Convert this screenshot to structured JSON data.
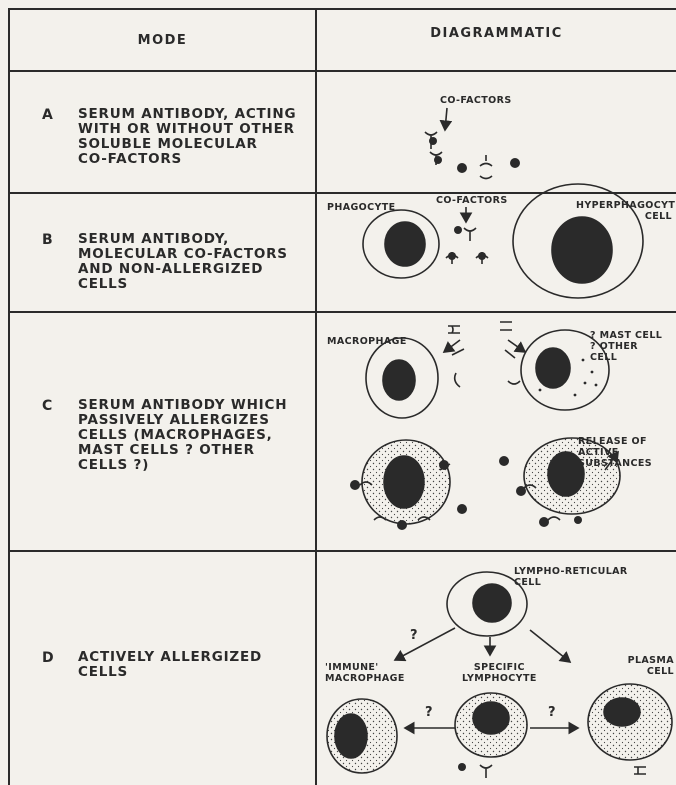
{
  "header": {
    "mode": "MODE",
    "diagrammatic": "DIAGRAMMATIC"
  },
  "rows": [
    {
      "letter": "A",
      "text": "SERUM ANTIBODY, ACTING\nWITH OR WITHOUT OTHER\nSOLUBLE MOLECULAR\nCO-FACTORS"
    },
    {
      "letter": "B",
      "text": "SERUM ANTIBODY,\nMOLECULAR CO-FACTORS\nAND NON-ALLERGIZED\nCELLS"
    },
    {
      "letter": "C",
      "text": "SERUM ANTIBODY WHICH\nPASSIVELY ALLERGIZES\nCELLS (MACROPHAGES,\nMAST CELLS ? OTHER\nCELLS ?)"
    },
    {
      "letter": "D",
      "text": "ACTIVELY ALLERGIZED\nCELLS"
    }
  ],
  "labels": {
    "a_cofactors": "CO-FACTORS",
    "b_phagocyte": "PHAGOCYTE",
    "b_cofactors": "CO-FACTORS",
    "b_hyper": "HYPERPHAGOCYTIC\nCELL",
    "c_macrophage": "MACROPHAGE",
    "c_mast": "? MAST CELL\n? OTHER\nCELL",
    "c_release": "RELEASE OF\nACTIVE\nSUBSTANCES",
    "d_lympho": "LYMPHO-RETICULAR\nCELL",
    "d_immune": "'IMMUNE'\nMACROPHAGE",
    "d_specific": "SPECIFIC\nLYMPHOCYTE",
    "d_plasma": "PLASMA\nCELL",
    "q": "?"
  }
}
